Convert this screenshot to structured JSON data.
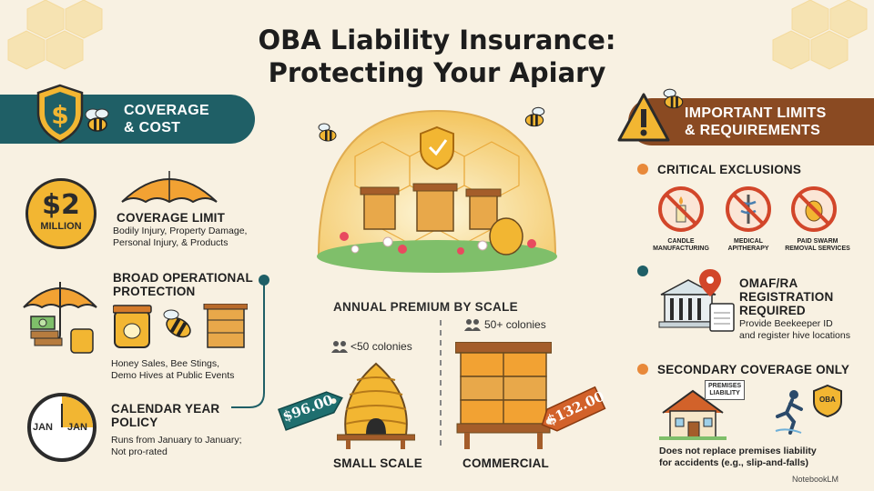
{
  "title_line1": "OBA Liability Insurance:",
  "title_line2": "Protecting Your Apiary",
  "coverage": {
    "banner_line1": "COVERAGE",
    "banner_line2": "& COST",
    "limit_badge_amount": "$2",
    "limit_badge_unit": "MILLION",
    "limit_title": "COVERAGE LIMIT",
    "limit_desc_line1": "Bodily Injury, Property Damage,",
    "limit_desc_line2": "Personal Injury, & Products",
    "ops_title_line1": "BROAD OPERATIONAL",
    "ops_title_line2": "PROTECTION",
    "ops_desc_line1": "Honey Sales, Bee Stings,",
    "ops_desc_line2": "Demo Hives at Public Events",
    "calendar_title_line1": "CALENDAR YEAR",
    "calendar_title_line2": "POLICY",
    "calendar_desc_line1": "Runs from January to January;",
    "calendar_desc_line2": "Not pro-rated",
    "clock_left": "JAN",
    "clock_right": "JAN"
  },
  "premium": {
    "heading": "ANNUAL PREMIUM BY SCALE",
    "small_colonies": "<50 colonies",
    "large_colonies": "50+ colonies",
    "small_price": "$96.00",
    "large_price": "$132.00",
    "small_label": "SMALL SCALE",
    "large_label": "COMMERCIAL"
  },
  "limits": {
    "banner_line1": "IMPORTANT LIMITS",
    "banner_line2": "& REQUIREMENTS",
    "exclusions_title": "CRITICAL EXCLUSIONS",
    "excl1_line1": "CANDLE",
    "excl1_line2": "MANUFACTURING",
    "excl2_line1": "MEDICAL",
    "excl2_line2": "APITHERAPY",
    "excl3_line1": "PAID SWARM",
    "excl3_line2": "REMOVAL SERVICES",
    "reg_title_line1": "OMAF/RA",
    "reg_title_line2": "REGISTRATION",
    "reg_title_line3": "REQUIRED",
    "reg_desc_line1": "Provide Beekeeper ID",
    "reg_desc_line2": "and register hive locations",
    "secondary_title": "SECONDARY COVERAGE ONLY",
    "premises_label_line1": "PREMISES",
    "premises_label_line2": "LIABILITY",
    "oba_badge": "OBA",
    "secondary_desc_line1": "Does not replace premises liability",
    "secondary_desc_line2": "for accidents (e.g., slip-and-falls)"
  },
  "watermark": "NotebookLM",
  "colors": {
    "teal": "#1f5f66",
    "brown": "#8a4a22",
    "honey": "#f2b632",
    "orange": "#e8893a",
    "background": "#f8f1e2"
  }
}
